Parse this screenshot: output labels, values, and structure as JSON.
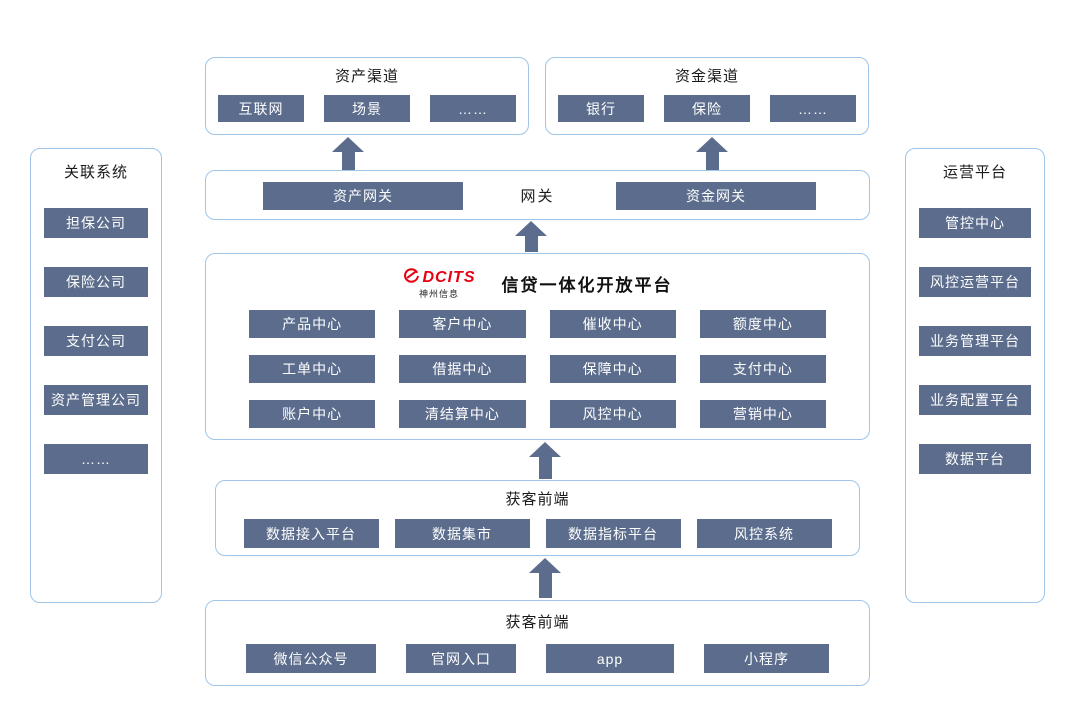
{
  "colors": {
    "chip": "#5b6c8c",
    "box_border": "#9fc5e8",
    "arrow": "#5b6c8c",
    "logo_red": "#e60012"
  },
  "left_panel": {
    "title": "关联系统",
    "items": [
      "担保公司",
      "保险公司",
      "支付公司",
      "资产管理公司",
      "……"
    ]
  },
  "right_panel": {
    "title": "运营平台",
    "items": [
      "管控中心",
      "风控运营平台",
      "业务管理平台",
      "业务配置平台",
      "数据平台"
    ]
  },
  "asset_channel": {
    "title": "资产渠道",
    "items": [
      "互联网",
      "场景",
      "……"
    ]
  },
  "fund_channel": {
    "title": "资金渠道",
    "items": [
      "银行",
      "保险",
      "……"
    ]
  },
  "gateway": {
    "title": "网关",
    "left_chip": "资产网关",
    "right_chip": "资金网关"
  },
  "platform": {
    "logo_text": "DCITS",
    "logo_sub": "神州信息",
    "title": "信贷一体化开放平台",
    "chips": [
      "产品中心",
      "客户中心",
      "催收中心",
      "额度中心",
      "工单中心",
      "借据中心",
      "保障中心",
      "支付中心",
      "账户中心",
      "清结算中心",
      "风控中心",
      "营销中心"
    ]
  },
  "data_layer": {
    "title": "获客前端",
    "items": [
      "数据接入平台",
      "数据集市",
      "数据指标平台",
      "风控系统"
    ]
  },
  "frontend_layer": {
    "title": "获客前端",
    "items": [
      "微信公众号",
      "官网入口",
      "app",
      "小程序"
    ]
  }
}
